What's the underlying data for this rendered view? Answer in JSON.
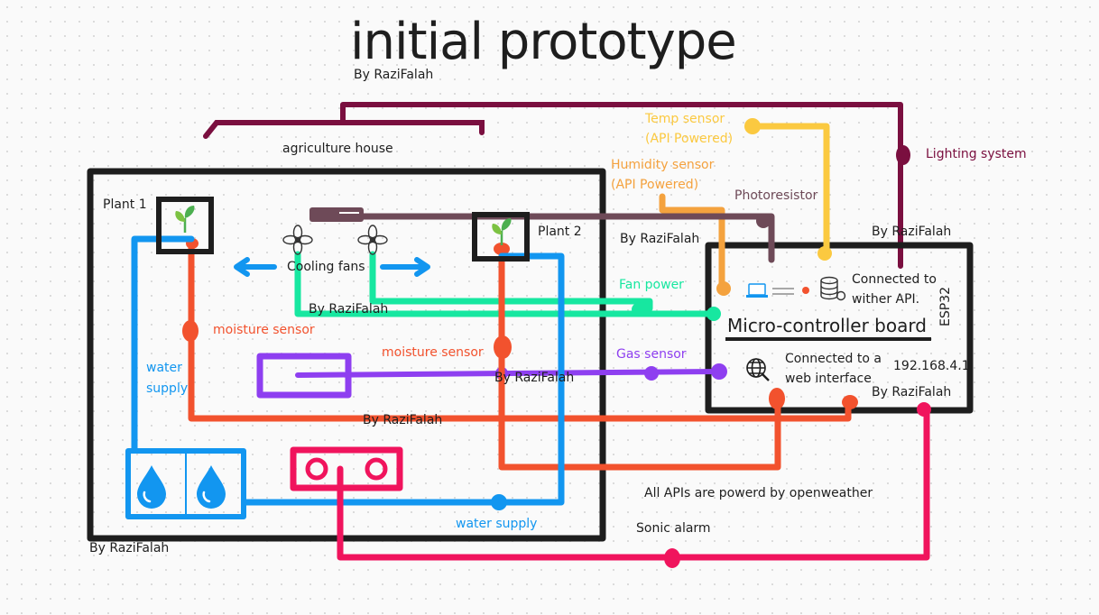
{
  "title": "initial prototype",
  "author_tag": "By RaziFalah",
  "colors": {
    "frame": "#1e1e1e",
    "lighting": "#7a0f3f",
    "temp": "#fbc940",
    "humidity": "#f4a23e",
    "photoresistor": "#6e4a58",
    "fan": "#17e7a0",
    "moisture": "#f2522e",
    "gas": "#8e3ff0",
    "water": "#1296f0",
    "alarm": "#f0145d"
  },
  "labels": {
    "agriculture_house": "agriculture house",
    "plant_1": "Plant 1",
    "plant_2": "Plant 2",
    "cooling_fans": "Cooling fans",
    "moisture_sensor_1": "moisture sensor",
    "moisture_sensor_2": "moisture sensor",
    "water_supply_left_1": "water",
    "water_supply_left_2": "supply",
    "water_supply_bottom": "water supply",
    "temp_sensor": "Temp sensor",
    "temp_powered": "(API Powered)",
    "humidity_sensor": "Humidity sensor",
    "humidity_powered": "(API Powered)",
    "photoresistor": "Photoresistor",
    "lighting_system": "Lighting system",
    "fan_power": "Fan power",
    "gas_sensor": "Gas sensor",
    "micro_controller": "Micro-controller board",
    "esp32": "ESP32",
    "weather_api_1": "Connected to",
    "weather_api_2": "wither API.",
    "web_interface_1": "Connected to a",
    "web_interface_2": "web interface",
    "ip_address": "192.168.4.1",
    "openweather_note": "All APIs are powerd by openweather",
    "sonic_alarm": "Sonic alarm"
  },
  "icons": {
    "plant": "sprout-icon",
    "fan": "fan-icon",
    "water": "water-drop-icon",
    "alarm": "speaker-icon",
    "globe": "globe-icon",
    "server": "database-server-icon",
    "laptop": "laptop-icon"
  }
}
